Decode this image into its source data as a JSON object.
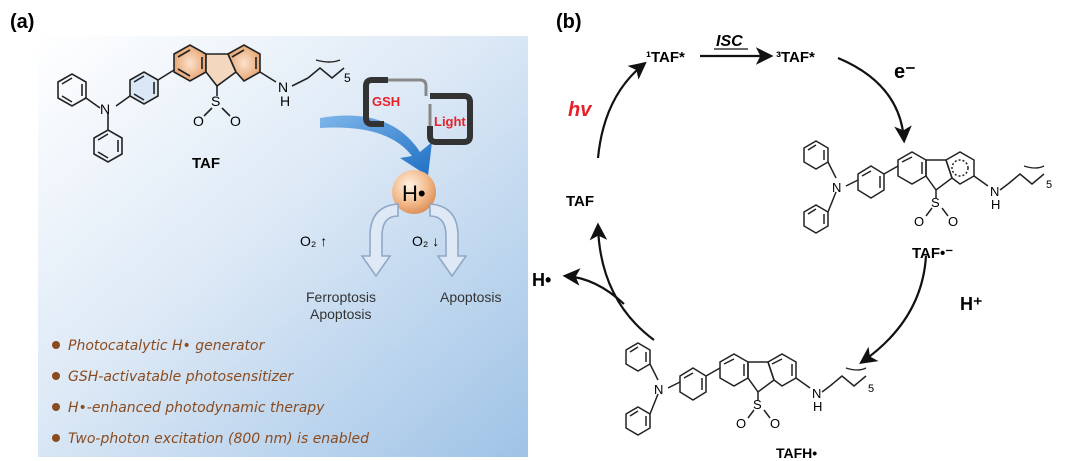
{
  "panel_a": {
    "label": "(a)",
    "molecule_label": "TAF",
    "chain_sub": "5",
    "atom_n": "N",
    "atom_nh_n": "N",
    "atom_nh_h": "H",
    "atom_s": "S",
    "atom_o1": "O",
    "atom_o2": "O",
    "gsh_label": "GSH",
    "light_label": "Light",
    "radical_label": "H•",
    "o2_up_label": "O₂ ↑",
    "o2_down_label": "O₂ ↓",
    "outcome_left": [
      "Ferroptosis",
      "Apoptosis"
    ],
    "outcome_right": "Apoptosis",
    "bullets": [
      "Photocatalytic H• generator",
      "GSH-activatable photosensitizer",
      "H•-enhanced photodynamic therapy",
      "Two-photon excitation (800 nm) is enabled"
    ],
    "colors": {
      "accent_red": "#e8202a",
      "bullet": "#8a4b1e",
      "arrow_blue": "#2f7fd0",
      "ring_orange": "#e9a56c"
    }
  },
  "panel_b": {
    "label": "(b)",
    "singlet": "¹TAF*",
    "isc": "ISC",
    "triplet": "³TAF*",
    "electron": "e⁻",
    "hv": "hv",
    "taf": "TAF",
    "radical_anion": "TAF•⁻",
    "proton": "H⁺",
    "h_radical": "H•",
    "tafh": "TAFH•",
    "chain_sub": "5",
    "atom_n": "N",
    "atom_nh_n": "N",
    "atom_nh_h": "H",
    "atom_s": "S",
    "atom_o1": "O",
    "atom_o2": "O"
  }
}
